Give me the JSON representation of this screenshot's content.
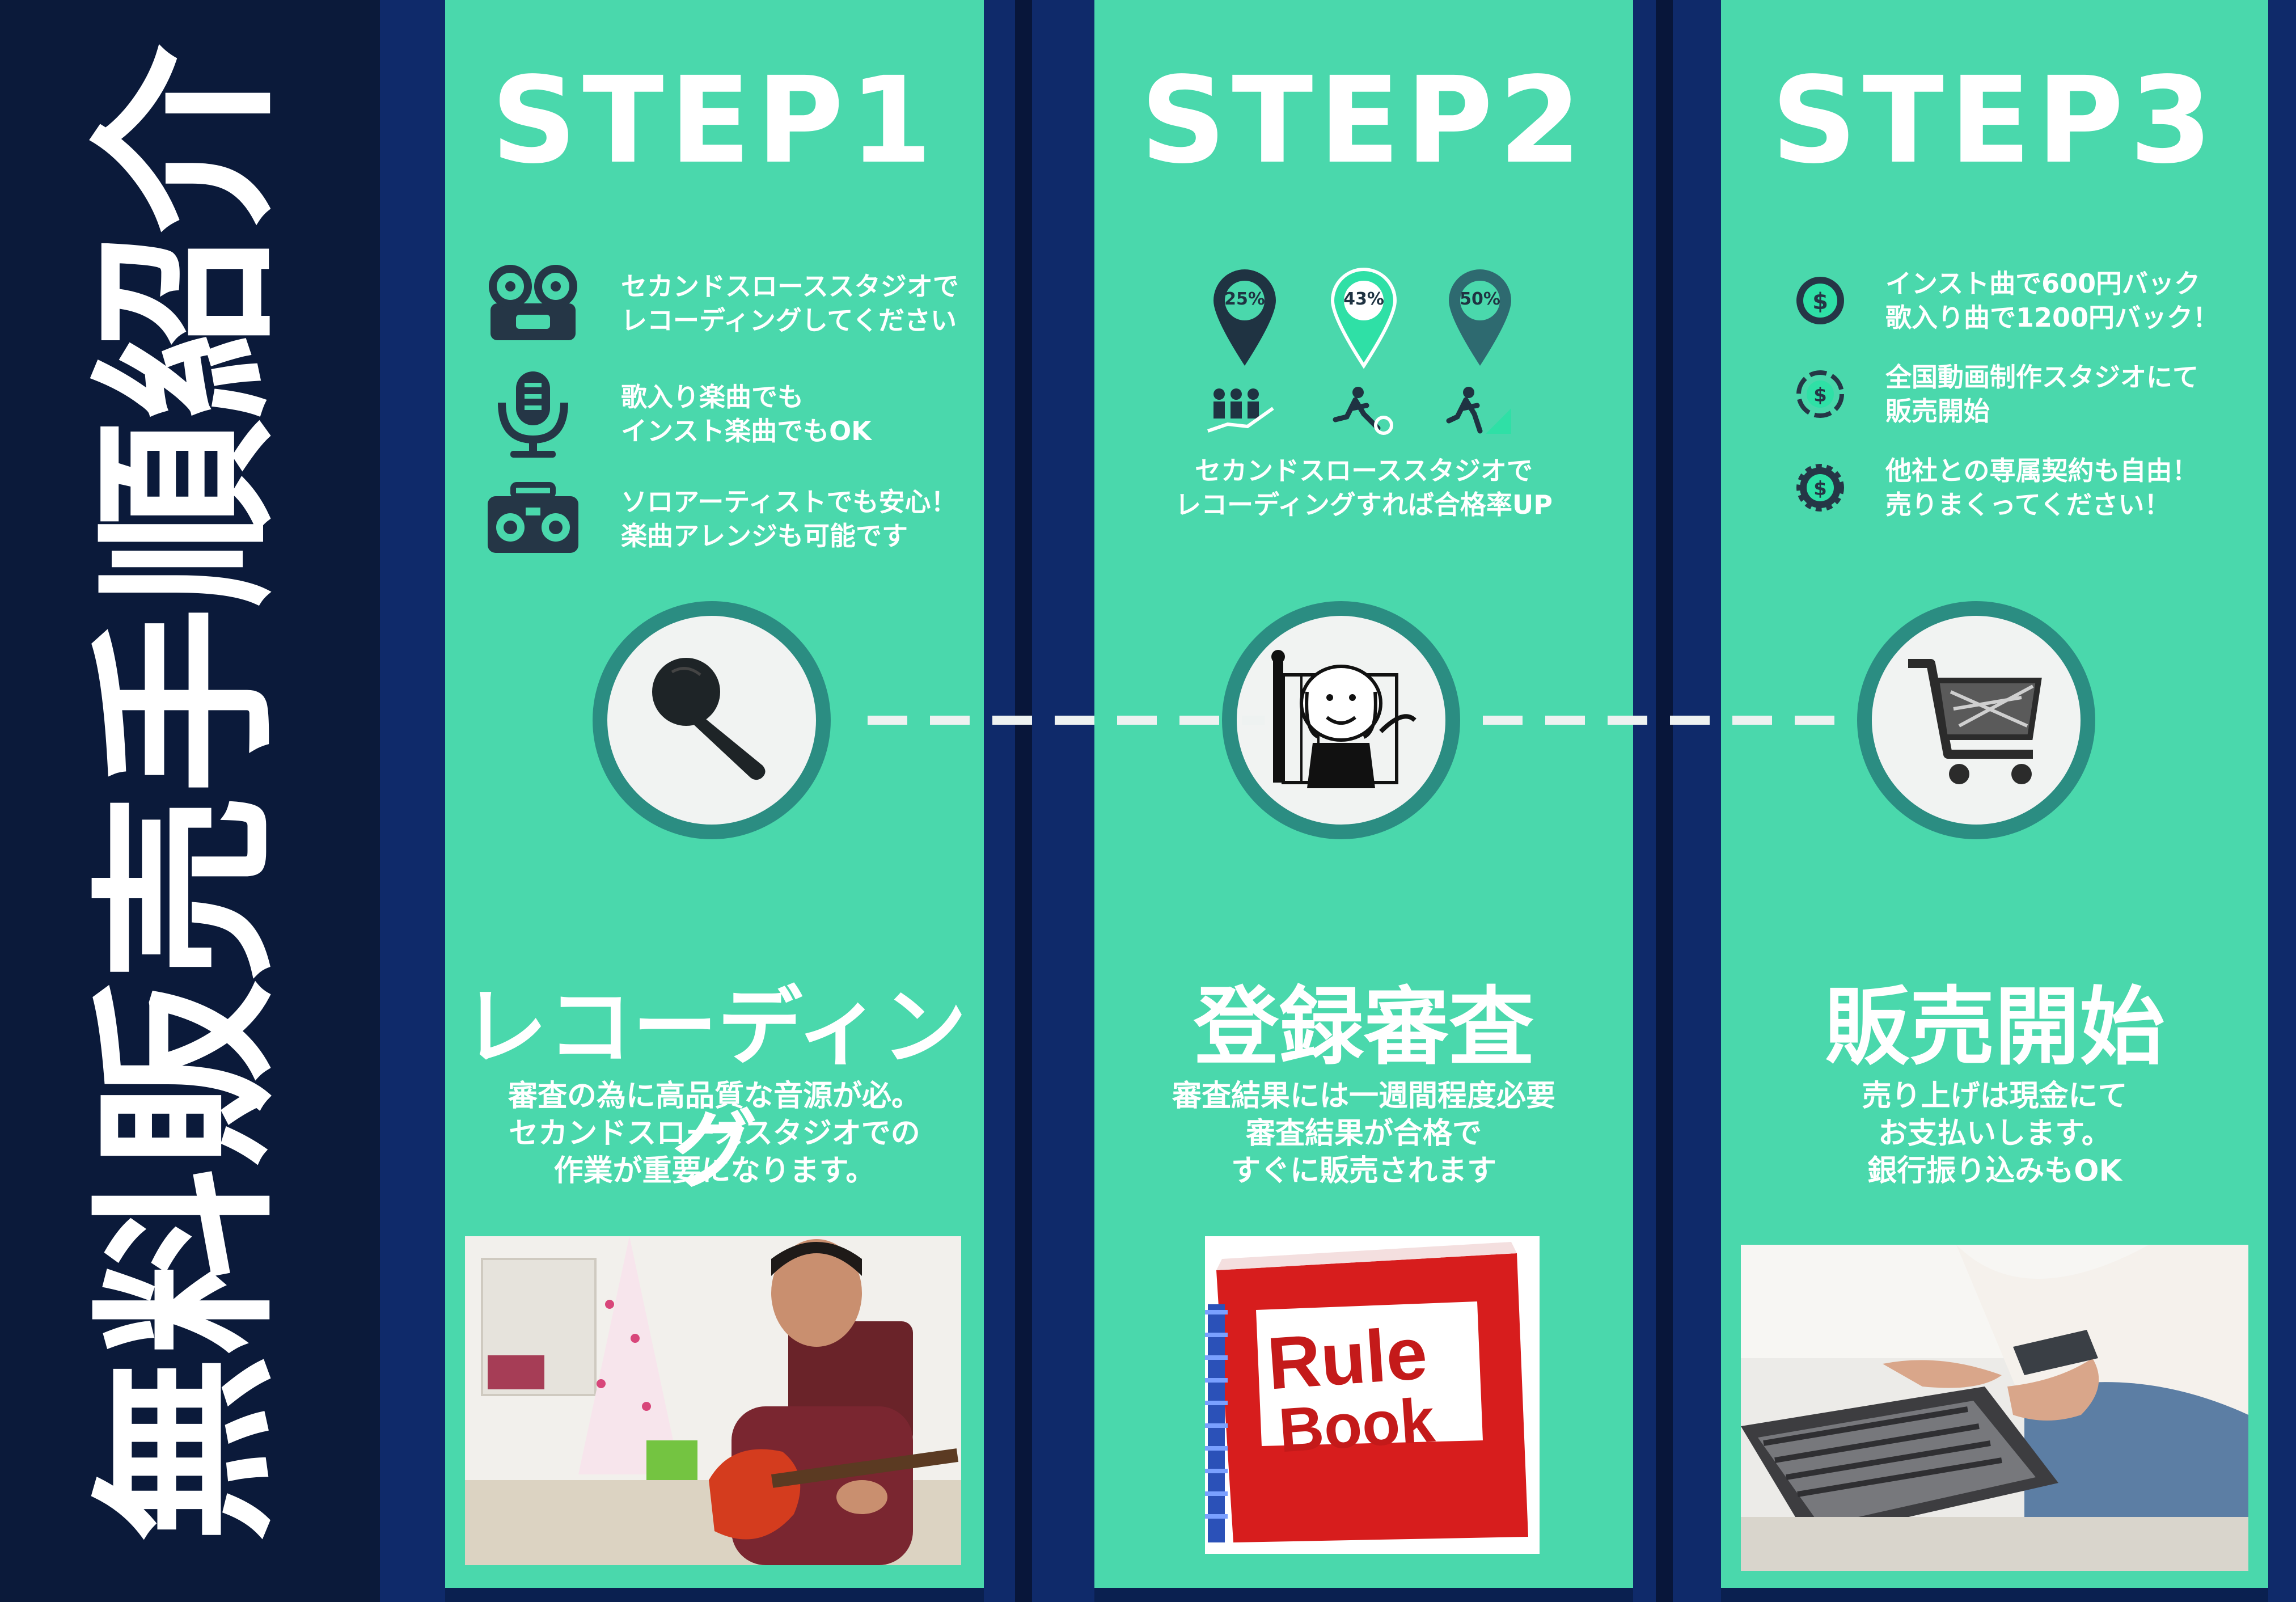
{
  "title": {
    "chars": [
      "無",
      "料",
      "販",
      "売",
      "手",
      "順",
      "紹",
      "介"
    ]
  },
  "steps": [
    {
      "label": "STEP1",
      "features": [
        {
          "icon": "tape-recorder-icon",
          "text": "セカンドスローススタジオで\nレコーディングしてください"
        },
        {
          "icon": "microphone-stand-icon",
          "text": "歌入り楽曲でも\nインスト楽曲でもOK"
        },
        {
          "icon": "boombox-icon",
          "text": "ソロアーティストでも安心！\n楽曲アレンジも可能です"
        }
      ],
      "center_icon": "microphone-icon",
      "stage": "レコーディング",
      "description": "審査の為に高品質な音源が必。\nセカンドスローススタジオでの\n作業が重要になります。",
      "photo": "man playing guitar"
    },
    {
      "label": "STEP2",
      "pins": [
        "25%",
        "43%",
        "50%"
      ],
      "features_text": "セカンドスローススタジオで\nレコーディングすれば合格率UP",
      "center_icon": "judge-icon",
      "stage": "登録審査",
      "description": "審査結果には一週間程度必要\n審査結果が合格で\nすぐに販売されます",
      "photo": "rule book",
      "book_title": [
        "Rule",
        "Book"
      ]
    },
    {
      "label": "STEP3",
      "features": [
        {
          "icon": "dollar-coin-icon",
          "text": "インスト曲で600円バック\n歌入り曲で1200円バック！"
        },
        {
          "icon": "dollar-cycle-icon",
          "text": "全国動画制作スタジオにて\n販売開始"
        },
        {
          "icon": "dollar-gear-icon",
          "text": "他社との専属契約も自由！\n売りまくってください！"
        }
      ],
      "center_icon": "shopping-cart-icon",
      "stage": "販売開始",
      "description": "売り上げは現金にて\nお支払いします。\n銀行振り込みもOK",
      "photo": "person paying online with card"
    }
  ],
  "colors": {
    "panel": "#4ad8ac",
    "navy": "#0b1a3a",
    "ring": "#2b8d82",
    "icon_dark": "#253646"
  }
}
